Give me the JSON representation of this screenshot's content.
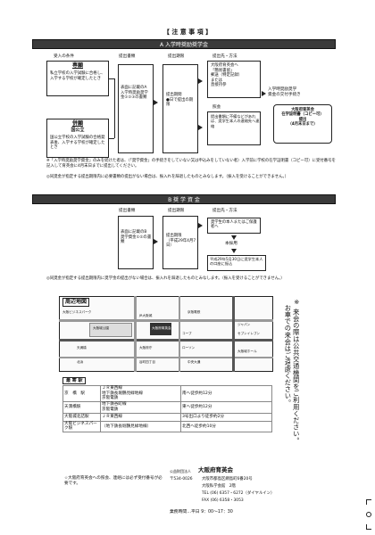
{
  "page_title": "【 注 意 事 項 】",
  "section_a": {
    "banner": "A 入学時奨励奨学金",
    "col_exam": "受入の条件",
    "col_submit": "提出書類",
    "col_deadline": "提出期限",
    "col_method": "提出先・方法",
    "private": {
      "label": "専願",
      "text": "私立学校の入学試験に合格し、入学する学校が確定したとき"
    },
    "public": {
      "label": "併願",
      "sub": "国公立",
      "text": "国公立学校の入学試験の合格発表後、入学する学校が確定したとき"
    },
    "submit_text": "表面に記載のA 入学時奨励奨学金①②③の書類",
    "deadline_text": "提出期間\n●日で提出の期限",
    "method_top": "大阪府育英会へ\n「簡易書留」\n郵送（特定記録）\nまたは\n直接持参",
    "method_note_label": "照会",
    "method_note": "提出書類に不備などがあれば、奨学生本人の連絡先へ連絡",
    "aside_top": "入学時奨励奨学\n資金の交付手続き",
    "aside_box": "大阪府育英会\n在学証明書（コピー可）\n提出\n（4月末日まで）",
    "note1": "※「入学時奨励奨学資金」のみを続けた者は、（「奨学資金」の手続きをしていない又は申込みをしていない者）入学前に学校の在学証明書（コピー可）に受付番号を記入して育英会に4月末日までに提出してください。",
    "note2": "◎同奨金が指定する提出期限内に必要書類の提出がない場合は、振入れを辞退したものとみなします。（振入を受けることができません。）"
  },
  "section_b": {
    "banner": "B 奨 学 資 金",
    "col_submit": "提出書類",
    "col_deadline": "提出期限",
    "col_method": "提出先・方法",
    "submit_text": "表面に記載のB 奨学資金①②の書類",
    "deadline_text": "提出期限\n（平成29年4月7日）",
    "method_top": "奨学生の本人またはご保護者へ",
    "method_mid": "本採用",
    "method_bot": "平成29年5月30日に奨学生本人の口座に振込",
    "note": "◎同奨金が指定する提出期限内に奨学金の提出がない場合は、振入れを辞退したものとみなします。（振入を受けることができません。）"
  },
  "map": {
    "title": "周辺地図",
    "labels": [
      "大阪城公園",
      "大阪ビジネスパーク",
      "JR大阪城",
      "大阪府育英会",
      "京阪電鉄",
      "ジャパン",
      "セブンイレブン",
      "コープ",
      "ローソン",
      "天満橋",
      "大阪府庁",
      "谷町四丁目",
      "大阪城ホール",
      "北浜",
      "中央大通"
    ]
  },
  "access": {
    "title": "最 寄 駅",
    "rows": [
      {
        "station": "京　橋　駅",
        "line": "ＪＲ東西線\n地下鉄長堀鶴見緑地線\n京阪電鉄",
        "time": "南へ徒歩約12分"
      },
      {
        "station": "天満橋駅",
        "line": "地下鉄谷町線\n京阪電鉄",
        "time": "東へ徒歩約12分"
      },
      {
        "station": "大阪城北詰駅",
        "line": "ＪＲ東西線",
        "time": "3号出口より徒歩約2分"
      },
      {
        "station": "大阪ビジネスパーク駅",
        "line": "（地下鉄長堀鶴見緑地線）",
        "time": "北西へ徒歩約10分"
      }
    ]
  },
  "vertical_note": "※ 来会の際は公共交通機関をご利用ください。\n　お車での来会はご遠慮ください。",
  "contact": {
    "org_prefix": "公益財団法人",
    "org": "大阪府育英会",
    "postal": "〒534-0026",
    "address": "大阪市都島区網島町6番20号",
    "building": "大阪私学会館　2階",
    "tel": "TEL (06) 6357・6272（ダイヤルイン）",
    "fax": "FAX (06) 6358・3053",
    "hours": "業務時間…平日 9：00～17：30",
    "inquiry": "☆大阪府育英会への照会、連絡には必ず受付番号が必要です。"
  }
}
